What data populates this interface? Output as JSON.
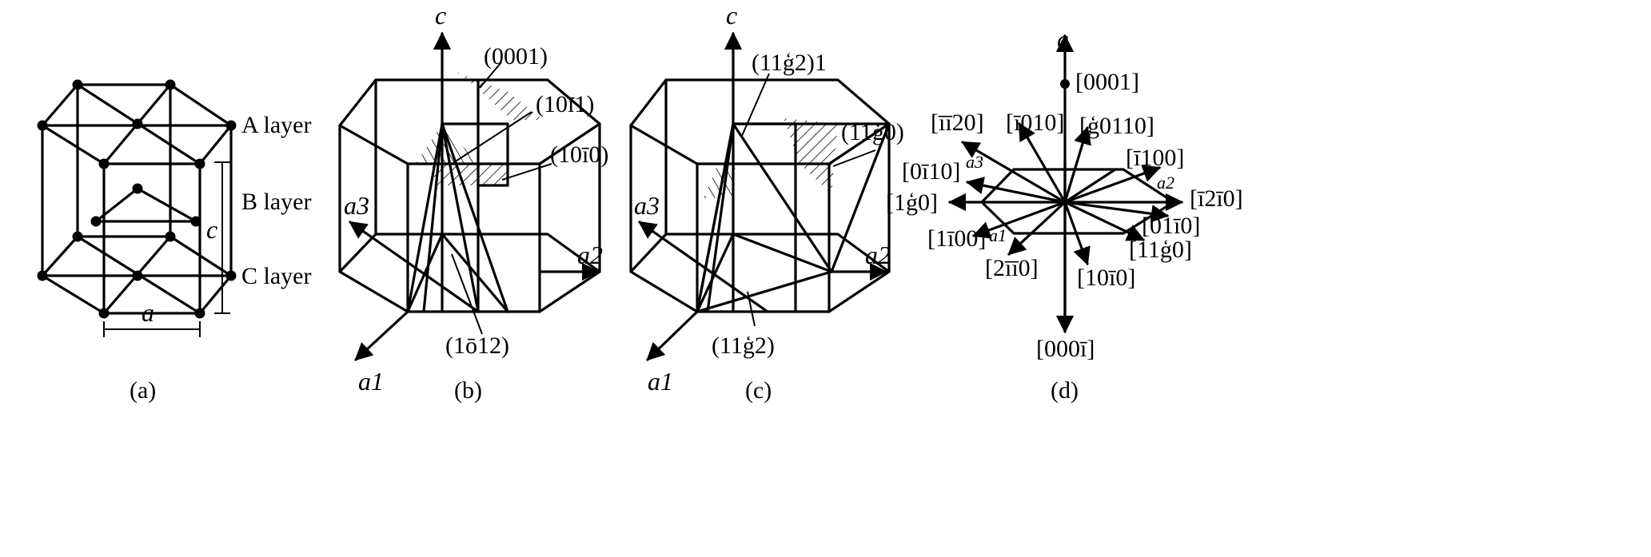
{
  "panel_a": {
    "layers": [
      "A layer",
      "B layer",
      "C layer"
    ],
    "dim_c": "c",
    "dim_a": "a",
    "caption": "(a)"
  },
  "panel_b": {
    "axis_c": "c",
    "axis_a1": "a1",
    "axis_a2": "a2",
    "axis_a3": "a3",
    "planes": [
      "(0001)",
      "(10ī1)",
      "(10ī0)",
      "(1ō12)"
    ],
    "caption": "(b)"
  },
  "panel_c": {
    "axis_c": "c",
    "axis_a1": "a1",
    "axis_a2": "a2",
    "axis_a3": "a3",
    "planes": [
      "(11ģ2)1",
      "(11ģ0)",
      "(11ģ2)"
    ],
    "caption": "(c)"
  },
  "panel_d": {
    "axis_c": "c",
    "axis_a1": "a1",
    "axis_a2": "a2",
    "axis_a3": "a3",
    "directions": [
      "[0001]",
      "[īī20]",
      "[ī010]",
      "[ģ0110]",
      "[ī100]",
      "[0ī10]",
      "[ī2ī0]",
      "[1ģ0]",
      "[01ī0]",
      "[1ī00]",
      "[11ģ0]",
      "[2īī0]",
      "[10ī0]",
      "[000ī]"
    ],
    "caption": "(d)"
  }
}
